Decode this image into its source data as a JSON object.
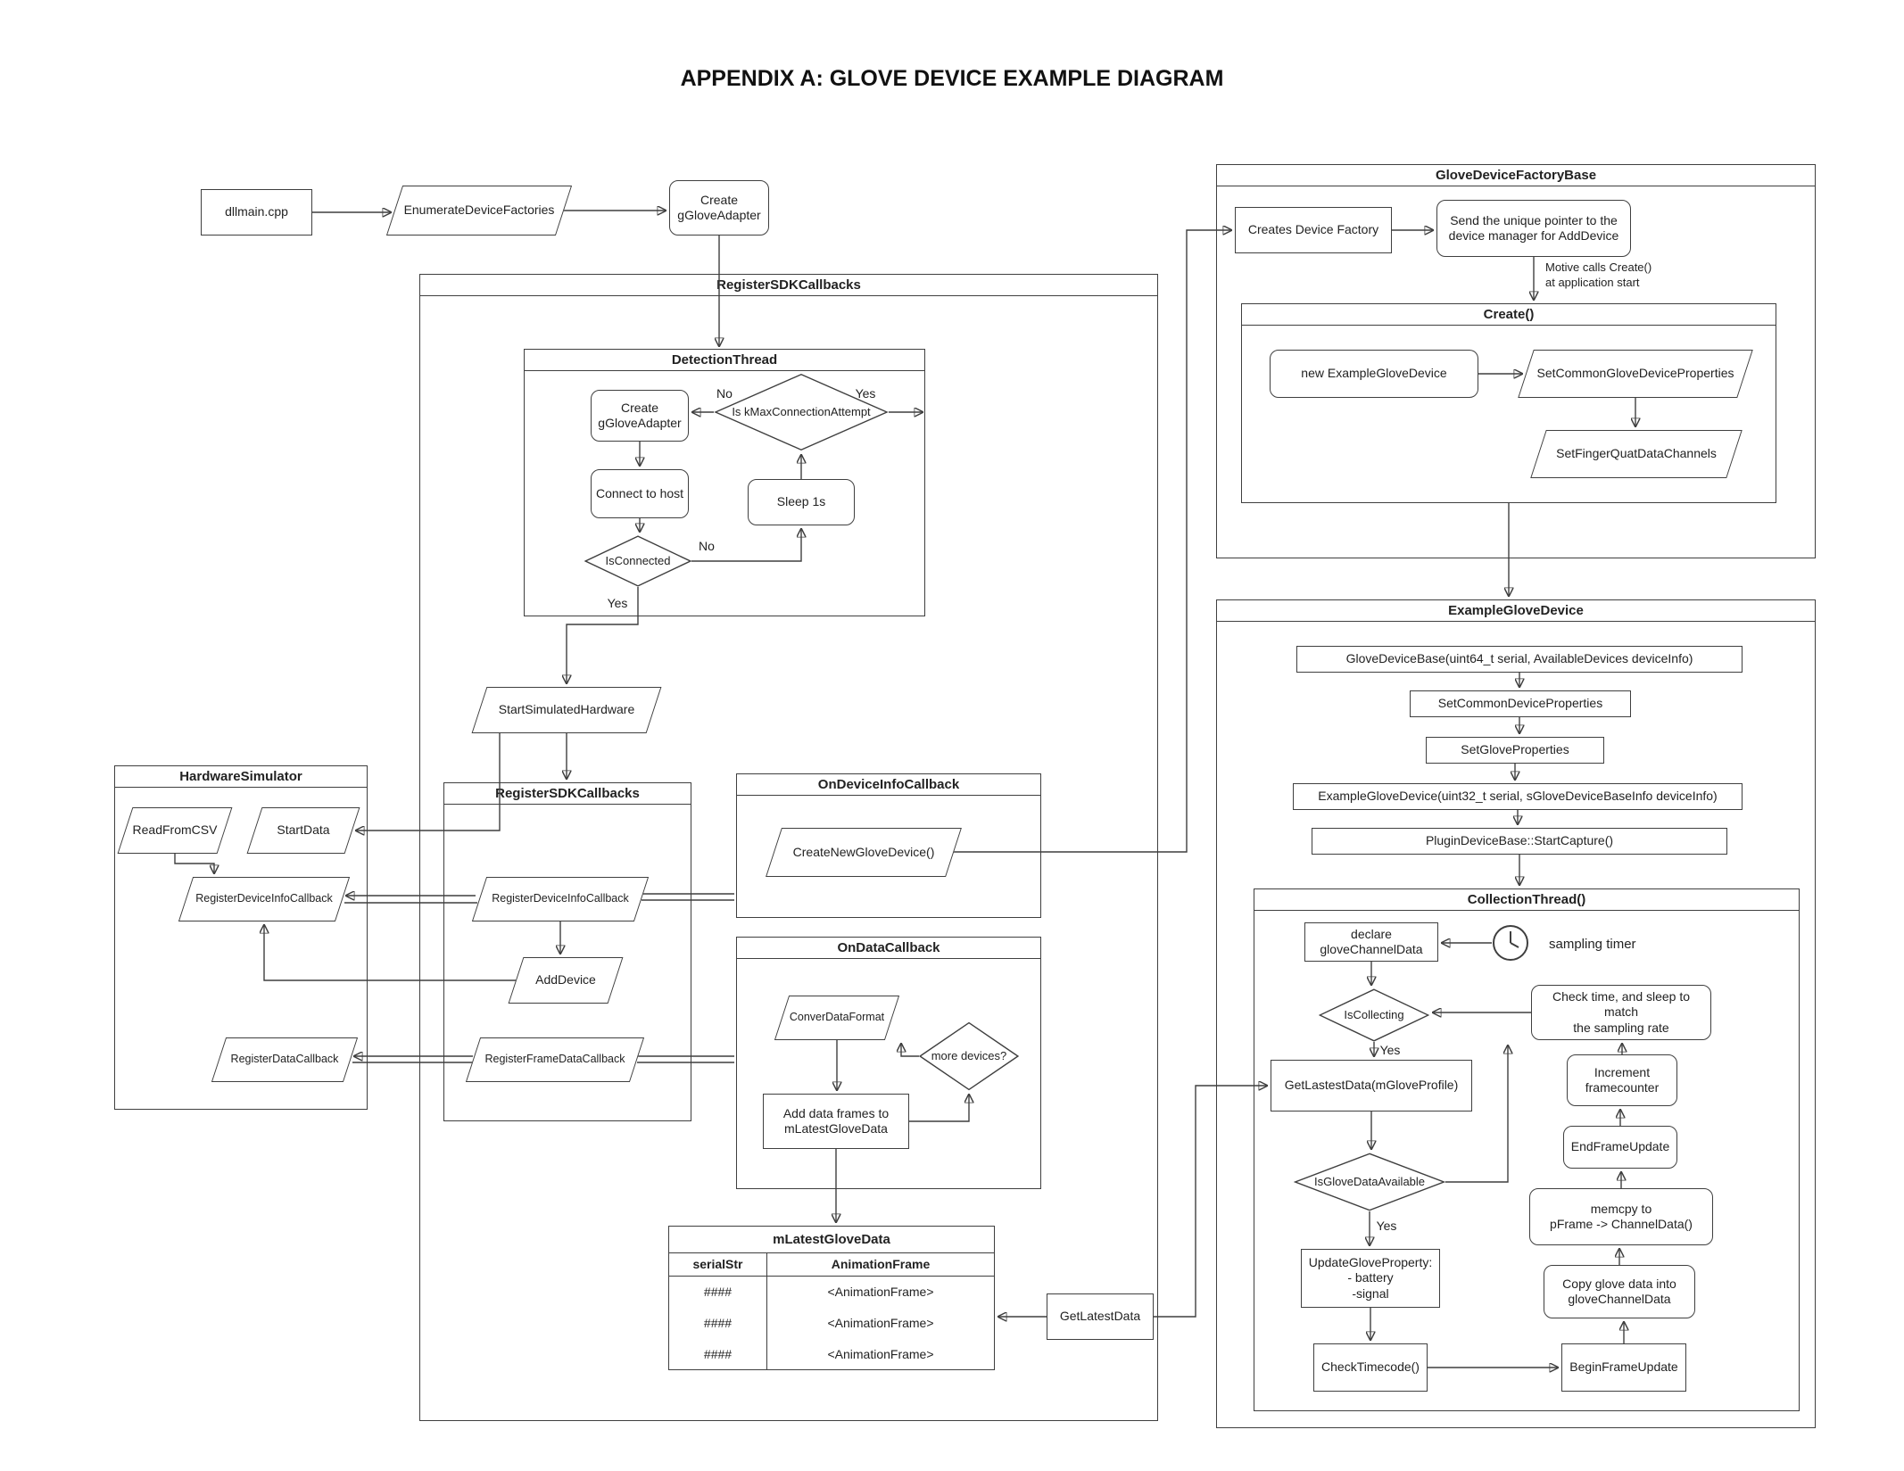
{
  "title": "APPENDIX A: GLOVE DEVICE EXAMPLE DIAGRAM",
  "colors": {
    "border": "#3f3f3f",
    "background": "#ffffff",
    "text": "#222222"
  },
  "containers": {
    "register_sdk_outer": "RegisterSDKCallbacks",
    "detection_thread": "DetectionThread",
    "hardware_simulator": "HardwareSimulator",
    "register_sdk_inner": "RegisterSDKCallbacks",
    "on_device_info_callback": "OnDeviceInfoCallback",
    "on_data_callback": "OnDataCallback",
    "glove_device_factory_base": "GloveDeviceFactoryBase",
    "create_fn": "Create()",
    "example_glove_device": "ExampleGloveDevice",
    "collection_thread": "CollectionThread()"
  },
  "nodes": {
    "dllmain": "dllmain.cpp",
    "enumerate_device_factories": "EnumerateDeviceFactories",
    "create_gglove_adapter_top": "Create\ngGloveAdapter",
    "create_gglove_adapter": "Create\ngGloveAdapter",
    "is_kmax_connection_attempt": "Is kMaxConnectionAttempt",
    "connect_to_host": "Connect to host",
    "sleep_1s": "Sleep 1s",
    "is_connected": "IsConnected",
    "start_simulated_hardware": "StartSimulatedHardware",
    "read_from_csv": "ReadFromCSV",
    "start_data": "StartData",
    "hs_register_device_info_callback": "RegisterDeviceInfoCallback",
    "hs_register_data_callback": "RegisterDataCallback",
    "register_device_info_callback": "RegisterDeviceInfoCallback",
    "add_device": "AddDevice",
    "register_frame_data_callback": "RegisterFrameDataCallback",
    "create_new_glove_device": "CreateNewGloveDevice()",
    "conver_data_format": "ConverDataFormat",
    "more_devices": "more devices?",
    "add_data_frames": "Add data frames to\nmLatestGloveData",
    "get_latest_data": "GetLatestData",
    "creates_device_factory": "Creates Device Factory",
    "send_unique_pointer": "Send the unique pointer to the\ndevice manager for AddDevice",
    "new_example_glove_device": "new ExampleGloveDevice",
    "set_common_glove_device_properties": "SetCommonGloveDeviceProperties",
    "set_finger_quat_data_channels": "SetFingerQuatDataChannels",
    "glove_device_base": "GloveDeviceBase(uint64_t serial, AvailableDevices deviceInfo)",
    "set_common_device_properties": "SetCommonDeviceProperties",
    "set_glove_properties": "SetGloveProperties",
    "example_glove_device_ctor": "ExampleGloveDevice(uint32_t serial, sGloveDeviceBaseInfo deviceInfo)",
    "plugin_device_base_start_capture": "PluginDeviceBase::StartCapture()",
    "declare_glove_channel_data": "declare\ngloveChannelData",
    "is_collecting": "IsCollecting",
    "check_time_sleep": "Check time, and sleep to match\nthe sampling rate",
    "get_lastest_data": "GetLastestData(mGloveProfile)",
    "increment_framecounter": "Increment\nframecounter",
    "end_frame_update": "EndFrameUpdate",
    "is_glove_data_available": "IsGloveDataAvailable",
    "memcpy_to_pframe": "memcpy to\npFrame -> ChannelData()",
    "update_glove_property": "UpdateGloveProperty:\n- battery\n-signal",
    "copy_glove_data": "Copy glove data into\ngloveChannelData",
    "check_timecode": "CheckTimecode()",
    "begin_frame_update": "BeginFrameUpdate"
  },
  "labels": {
    "kmax_no": "No",
    "kmax_yes": "Yes",
    "is_connected_no": "No",
    "is_connected_yes": "Yes",
    "motive_note": "Motive calls Create()\nat application start",
    "sampling_timer": "sampling timer",
    "is_collecting_yes": "Yes",
    "is_glove_data_available_yes": "Yes"
  },
  "icons": {
    "sampling_timer": "clock-icon"
  },
  "table": {
    "title": "mLatestGloveData",
    "headers": [
      "serialStr",
      "AnimationFrame"
    ],
    "rows": [
      [
        "####",
        "<AnimationFrame>"
      ],
      [
        "####",
        "<AnimationFrame>"
      ],
      [
        "####",
        "<AnimationFrame>"
      ]
    ]
  }
}
